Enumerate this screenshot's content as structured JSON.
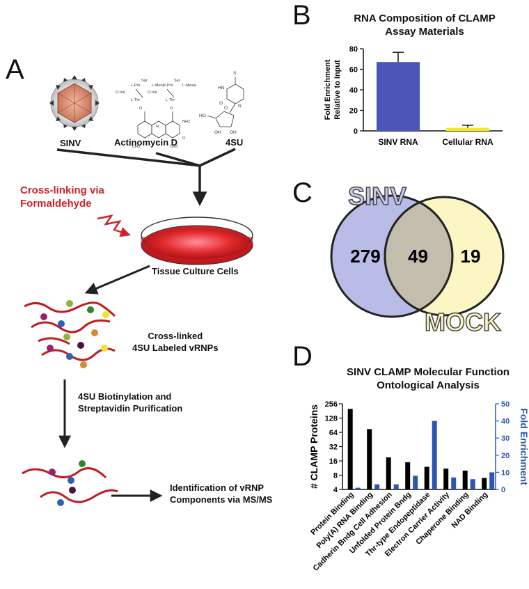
{
  "panels": {
    "a": "A",
    "b": "B",
    "c": "C",
    "d": "D"
  },
  "panel_a": {
    "sinv_label": "SINV",
    "actd_label": "Actinomycin D",
    "su_label": "4SU",
    "crosslink_line1": "Cross-linking via",
    "crosslink_line2": "Formaldehyde",
    "tissue_label": "Tissue Culture Cells",
    "crosslinked_line1": "Cross-linked",
    "crosslinked_line2": "4SU Labeled vRNPs",
    "biotin_line1": "4SU Biotinylation and",
    "biotin_line2": "Streptavidin Purification",
    "ident_line1": "Identification of vRNP",
    "ident_line2": "Components via MS/MS",
    "actd_struct_text": [
      "L-Pro",
      "Sar",
      "L-Meval",
      "L-Pro",
      "Sar",
      "L-Meval",
      "D-Val",
      "D-Val",
      "L-Thr",
      "L-Thr",
      "O",
      "O",
      "N",
      "NH2",
      "O",
      "CH3",
      "CH3",
      "O"
    ],
    "su_struct_text": [
      "S",
      "HN",
      "O",
      "N",
      "HO",
      "O",
      "OH",
      "OH"
    ]
  },
  "chart_data": [
    {
      "type": "bar",
      "title_line1": "RNA Composition of CLAMP",
      "title_line2": "Assay Materials",
      "ylabel_line1": "Fold Enrichment",
      "ylabel_line2": "Relative to Input",
      "categories": [
        "SINV RNA",
        "Cellular RNA"
      ],
      "values": [
        67,
        3
      ],
      "errors": [
        9.5,
        2.5
      ],
      "colors": [
        "#4a56b8",
        "#f2e82a"
      ],
      "ylim": [
        0,
        80
      ],
      "yticks": [
        "0",
        "20",
        "40",
        "60",
        "80"
      ]
    },
    {
      "type": "venn",
      "sets": [
        {
          "name": "SINV",
          "only": 279,
          "color": "#b8bce6"
        },
        {
          "name": "MOCK",
          "only": 19,
          "color": "#fbf6c4"
        }
      ],
      "intersection": 49,
      "intersection_color": "#c3bdad"
    },
    {
      "type": "bar",
      "title_line1": "SINV CLAMP Molecular Function",
      "title_line2": "Ontological Analysis",
      "categories": [
        "Protein Binding",
        "Poly(A) RNA Binding",
        "Cadherin Bndg Cell Adhesion",
        "Unfolded Protein Bndg",
        "Thr-type Endopeptidase",
        "Electron Carrier Activity",
        "Chaperone Binding",
        "NAD Binding"
      ],
      "series": [
        {
          "name": "# CLAMP Proteins",
          "axis": "left",
          "scale": "log2",
          "values": [
            200,
            75,
            19,
            15,
            12,
            11,
            10,
            7
          ],
          "color": "#000000"
        },
        {
          "name": "Fold Enrichment",
          "axis": "right",
          "scale": "linear",
          "values": [
            1,
            3,
            3,
            8,
            40,
            7,
            6,
            10
          ],
          "color": "#2d55b3"
        }
      ],
      "ylabel_left": "# CLAMP Proteins",
      "ylabel_right": "Fold Enrichment",
      "ylim_left": [
        4,
        256
      ],
      "yticks_left": [
        "4",
        "8",
        "16",
        "32",
        "64",
        "128",
        "256"
      ],
      "ylim_right": [
        0,
        50
      ],
      "yticks_right": [
        "0",
        "10",
        "20",
        "30",
        "40",
        "50"
      ]
    }
  ]
}
